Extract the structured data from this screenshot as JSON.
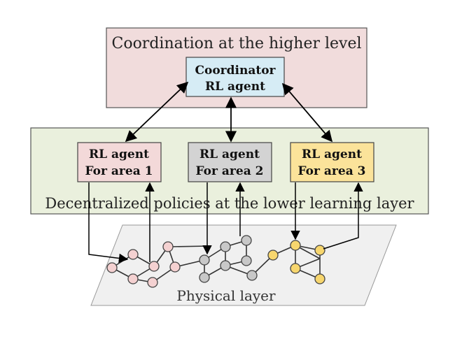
{
  "top_panel": {
    "title": "Coordination at the higher level",
    "coordinator": {
      "line1": "Coordinator",
      "line2": "RL agent"
    }
  },
  "middle_panel": {
    "title": "Decentralized policies at the lower learning layer",
    "agents": [
      {
        "line1": "RL agent",
        "line2": "For area 1",
        "color": "#f3d9d9"
      },
      {
        "line1": "RL agent",
        "line2": "For area 2",
        "color": "#d3d3d3"
      },
      {
        "line1": "RL agent",
        "line2": "For area 3",
        "color": "#fbe39a"
      }
    ]
  },
  "physical_layer": {
    "label": "Physical layer",
    "area_colors": [
      "#f4d1d1",
      "#c8c8c8",
      "#f7d66e"
    ]
  },
  "colors": {
    "top_panel_fill": "#f1dcdc",
    "middle_panel_fill": "#eaf0dd",
    "coordinator_fill": "#d6ecf5",
    "physical_fill": "#f0f0f0"
  }
}
